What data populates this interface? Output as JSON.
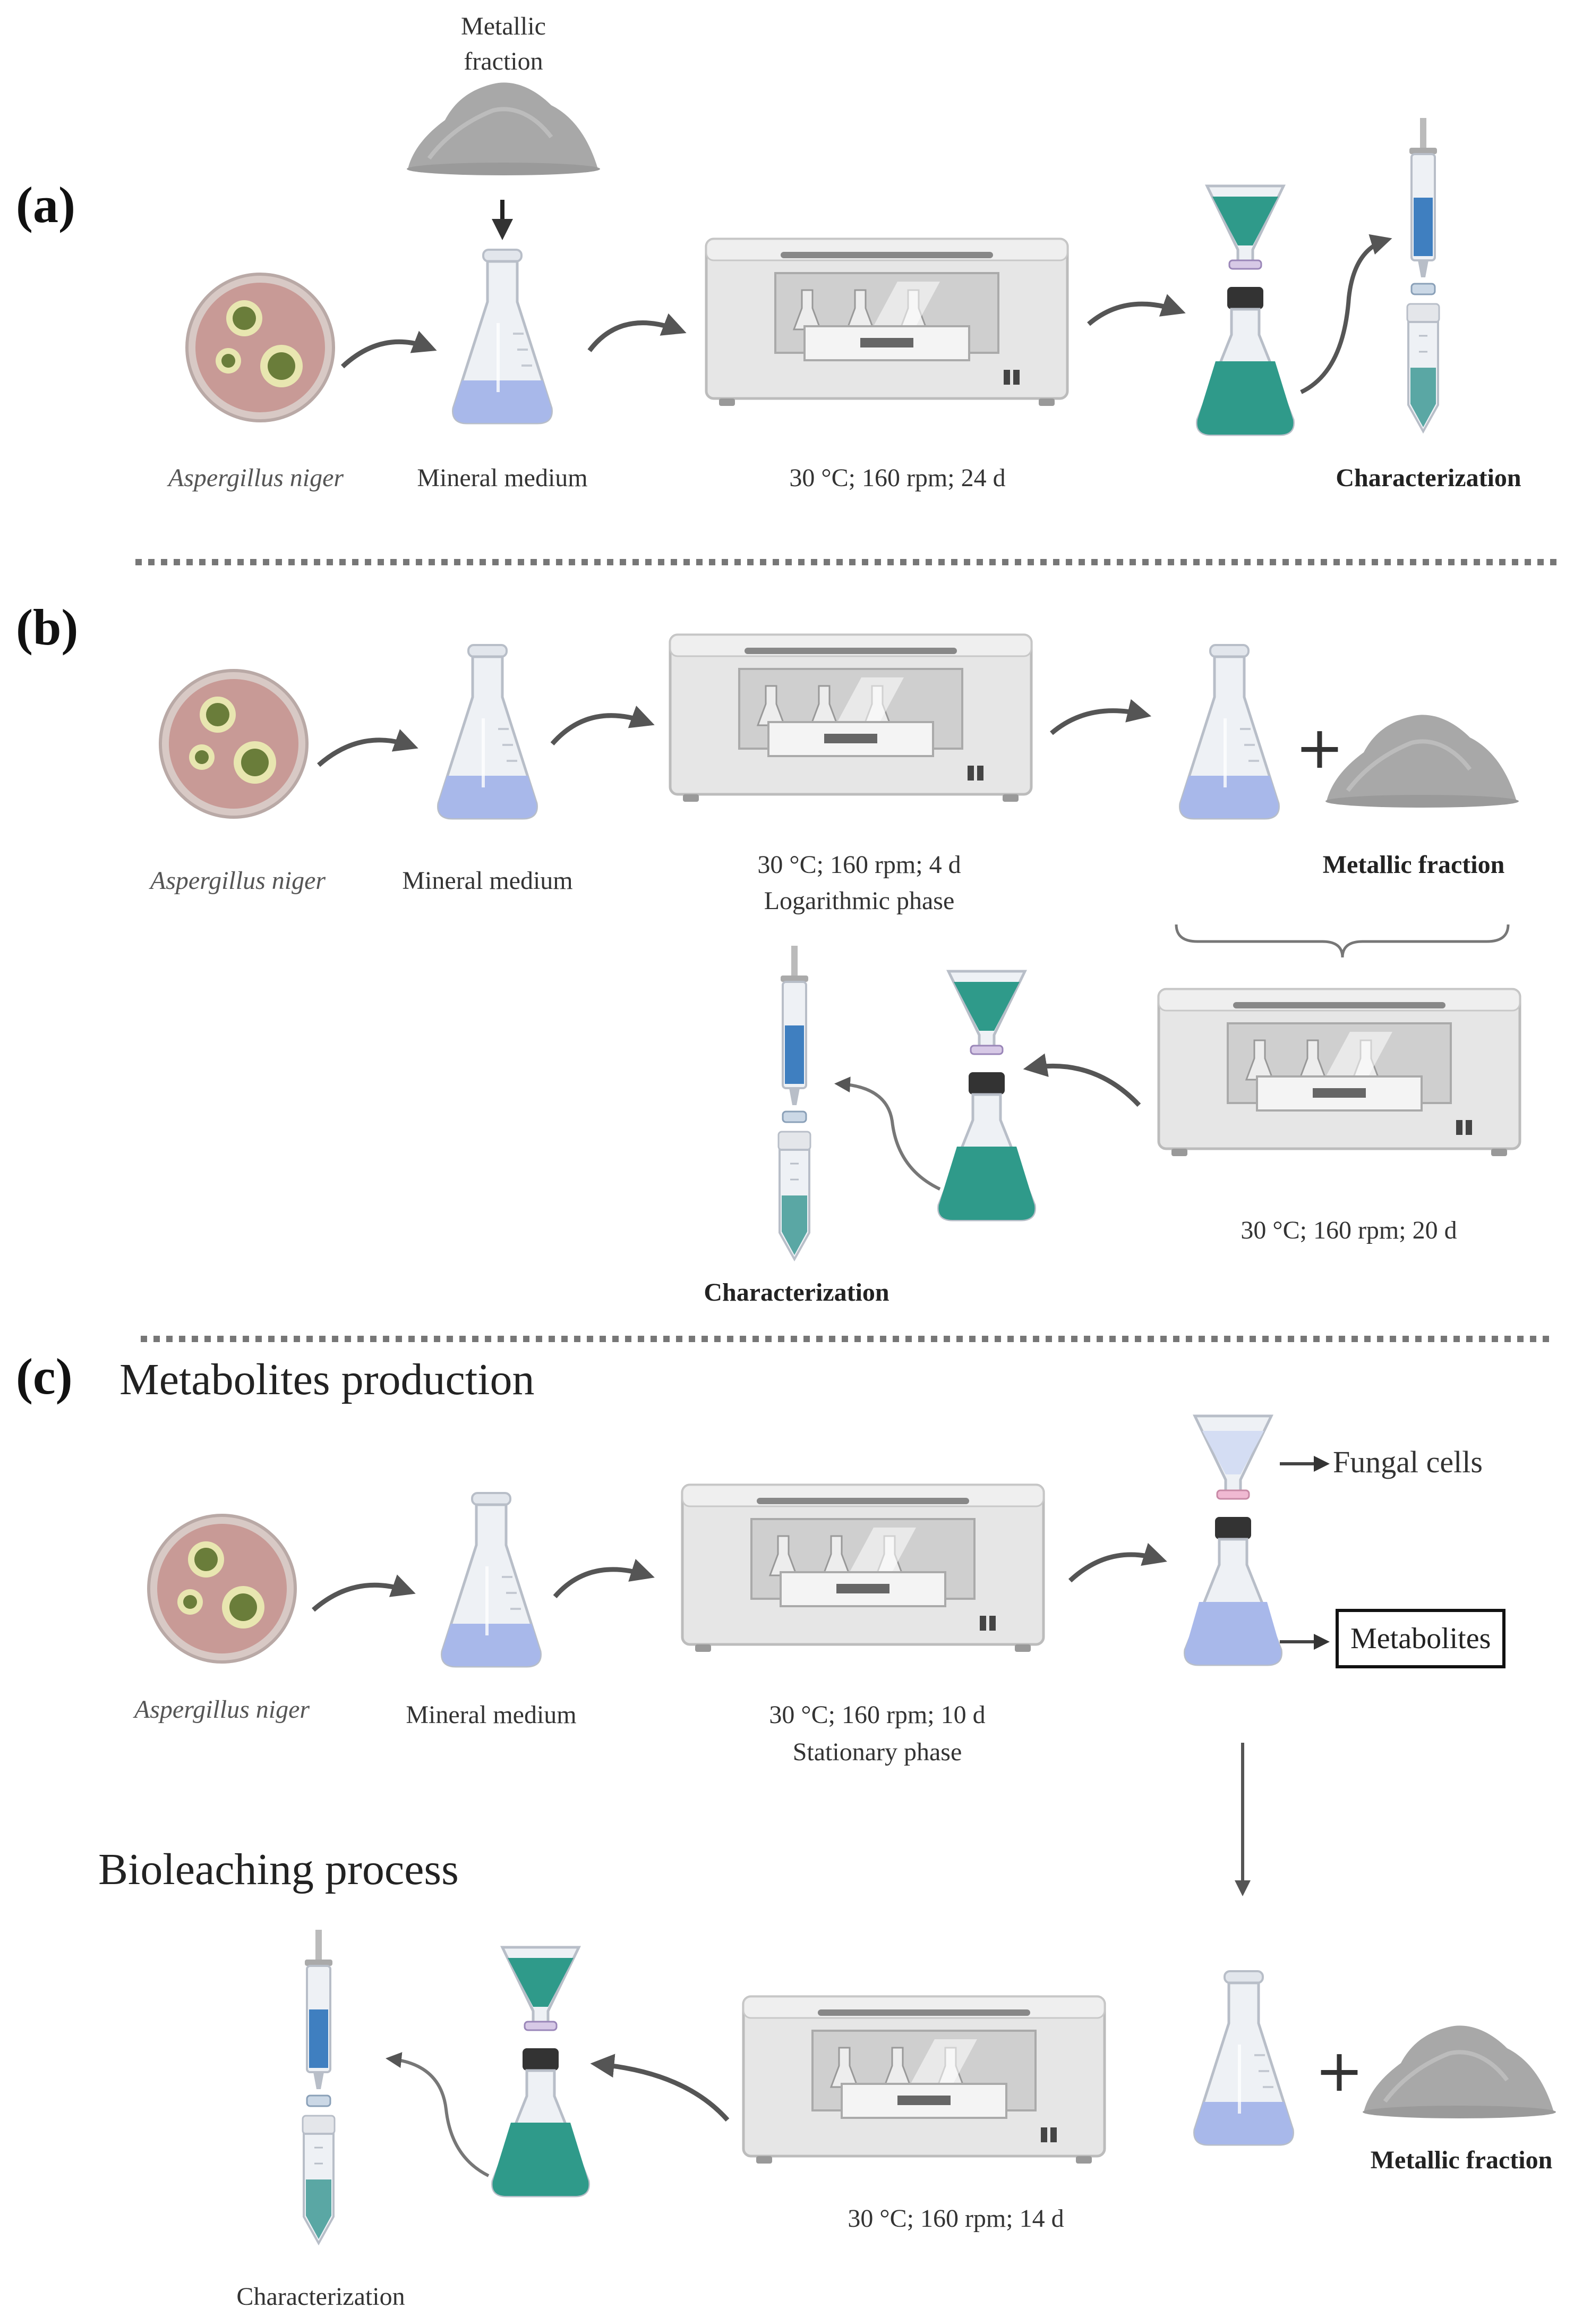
{
  "panels": {
    "a": {
      "letter": "(a)",
      "metallic_fraction_top": [
        "Metallic",
        "fraction"
      ],
      "organism": "Aspergillus niger",
      "medium": "Mineral medium",
      "conditions": "30 °C; 160 rpm; 24 d",
      "result": "Characterization"
    },
    "b": {
      "letter": "(b)",
      "organism": "Aspergillus niger",
      "medium": "Mineral medium",
      "conditions_1": "30 °C; 160 rpm; 4 d",
      "phase_1": "Logarithmic phase",
      "metallic_fraction": "Metallic fraction",
      "conditions_2": "30 °C; 160 rpm; 20 d",
      "result": "Characterization"
    },
    "c": {
      "letter": "(c)",
      "heading_1": "Metabolites production",
      "organism": "Aspergillus niger",
      "medium": "Mineral medium",
      "conditions_1": "30 °C; 160 rpm; 10 d",
      "phase_1": "Stationary phase",
      "fungal_cells": "Fungal cells",
      "metabolites": "Metabolites",
      "heading_2": "Bioleaching process",
      "metallic_fraction": "Metallic fraction",
      "conditions_2": "30 °C; 160 rpm; 14 d",
      "result": "Characterization"
    }
  },
  "colors": {
    "dish": "#c89a96",
    "colony": "#6a7d3a",
    "colony_ring": "#e8e6b0",
    "flask_liquid": "#a8b8ea",
    "leach_liquid": "#2f9a8a",
    "syringe_liquid": "#3f7fc0",
    "powder": "#a8a8a8",
    "incubator": "#e6e6e6",
    "divider": "#777777"
  }
}
